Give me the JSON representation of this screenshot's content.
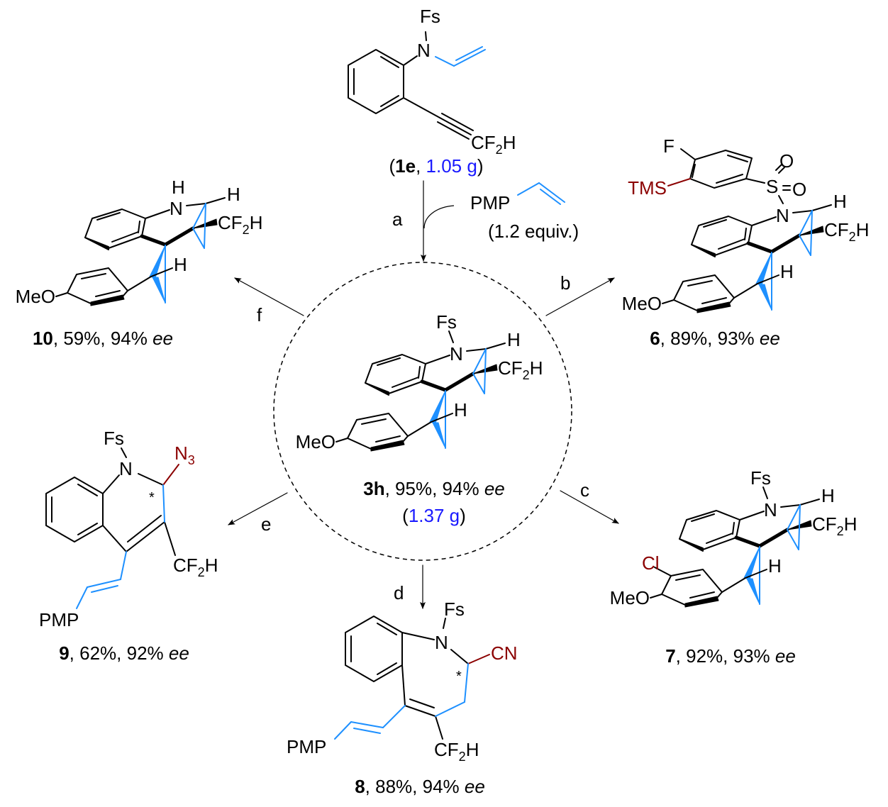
{
  "colors": {
    "bond": "#000000",
    "highlight_bond": "#1e90ff",
    "hetero_label": "#8b0000",
    "amount": "#1a1aff"
  },
  "atoms": {
    "Fs": "Fs",
    "N": "N",
    "H": "H",
    "CF": "CF",
    "two": "2",
    "three": "3",
    "MeO": "MeO",
    "PMP": "PMP",
    "S": "S",
    "O": "O",
    "F": "F",
    "TMS": "TMS",
    "Cl": "Cl",
    "CN": "CN",
    "star": "*"
  },
  "start": {
    "id": "1e",
    "open": "(",
    "sep": ", ",
    "amount": "1.05 g",
    "close": ")"
  },
  "reagent": {
    "name": "PMP",
    "equiv": "(1.2 equiv.)"
  },
  "steps": {
    "a": "a",
    "b": "b",
    "c": "c",
    "d": "d",
    "e": "e",
    "f": "f"
  },
  "center": {
    "id": "3h",
    "text": ", 95%, 94% ",
    "ee": "ee",
    "amount_open": "(",
    "amount": "1.37 g",
    "amount_close": ")"
  },
  "products": [
    {
      "id": "6",
      "text": ", 89%, 93% ",
      "ee": "ee"
    },
    {
      "id": "7",
      "text": ", 92%, 93% ",
      "ee": "ee"
    },
    {
      "id": "8",
      "text": ", 88%, 94% ",
      "ee": "ee"
    },
    {
      "id": "9",
      "text": ", 62%, 92% ",
      "ee": "ee"
    },
    {
      "id": "10",
      "text": ", 59%, 94% ",
      "ee": "ee"
    }
  ]
}
